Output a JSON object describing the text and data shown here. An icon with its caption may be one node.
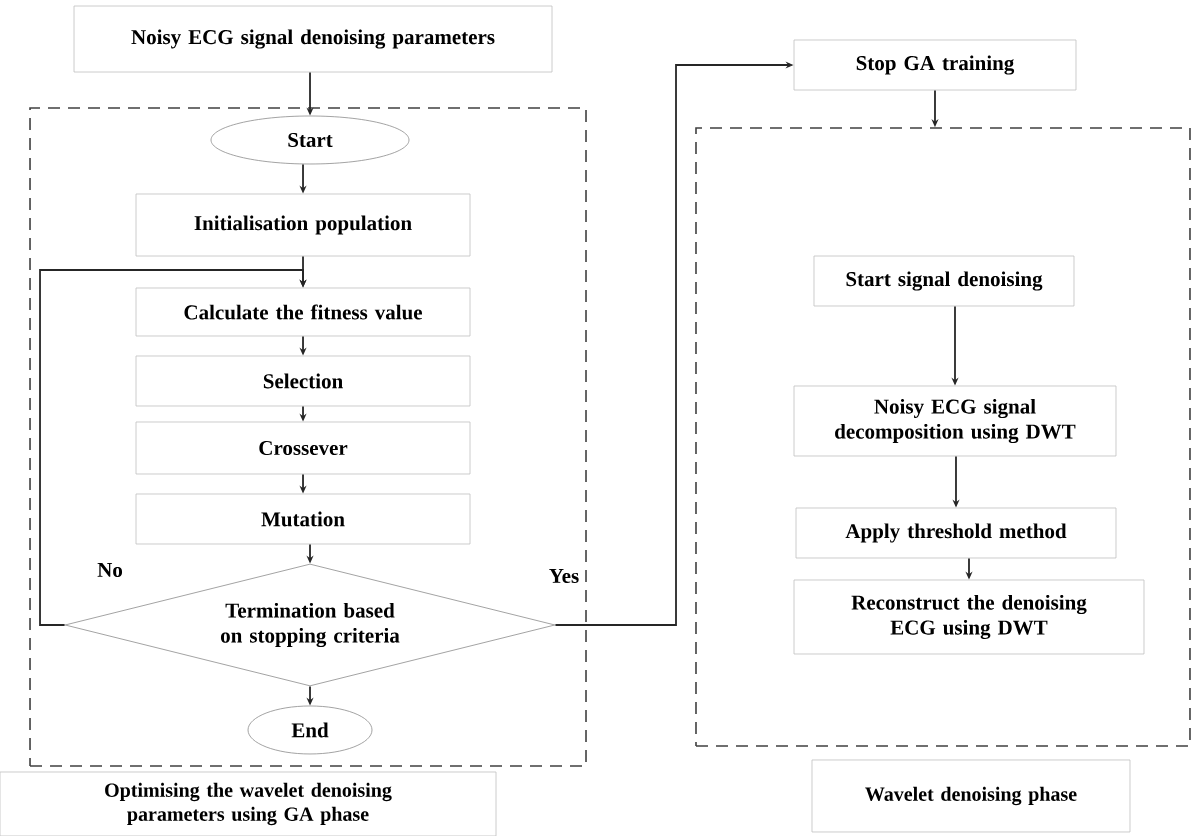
{
  "diagram": {
    "nodes": [
      {
        "text": [
          "Noisy ECG signal denoising parameters"
        ]
      },
      {
        "text": [],
        "shape": "box"
      },
      {
        "text": [
          "Start"
        ],
        "in": 1
      },
      {
        "text": [
          "Initialisation population"
        ],
        "in": 1
      },
      {
        "text": [
          "Calculate the fitness value"
        ],
        "in": 1
      },
      {
        "text": [
          "Selection"
        ],
        "in": 1
      },
      {
        "text": [
          "Crossever"
        ],
        "in": 1
      },
      {
        "text": [
          "Mutation"
        ],
        "in": 1
      },
      {
        "text": [
          "Termination based on stopping criteria"
        ],
        "in": 1
      },
      {
        "text": [
          "End"
        ],
        "in": 1
      },
      {
        "text": [
          "Optimising the wavelet denoising parameters using GA phase"
        ]
      },
      {
        "text": [
          "Stop GA training"
        ]
      },
      {
        "text": [],
        "shape": "box"
      },
      {
        "text": [
          "Start signal denoising"
        ],
        "in": 12
      },
      {
        "text": [
          "Noisy ECG signal decomposition using DWT"
        ],
        "in": 12
      },
      {
        "text": [
          "Apply threshold method"
        ],
        "in": 12
      },
      {
        "text": [
          "Reconstruct the denoising ECG using DWT"
        ],
        "in": 12
      },
      {
        "text": [
          "Wavelet denoising phase"
        ]
      }
    ],
    "edges": [
      {
        "from": 0,
        "to": 2,
        "arrow": "to"
      },
      {
        "from": 2,
        "to": 3,
        "arrow": "to"
      },
      {
        "from": 3,
        "to": 4,
        "arrow": "to"
      },
      {
        "from": 4,
        "to": 5,
        "arrow": "to"
      },
      {
        "from": 5,
        "to": 6,
        "arrow": "to"
      },
      {
        "from": 6,
        "to": 7,
        "arrow": "to"
      },
      {
        "from": 7,
        "to": 8,
        "arrow": "to"
      },
      {
        "from": 8,
        "to": 9,
        "arrow": "to"
      },
      {
        "from": 8,
        "to": 4,
        "arrow": "to",
        "label": "No"
      },
      {
        "from": 8,
        "to": 11,
        "arrow": "to",
        "label": "Yes"
      },
      {
        "from": 11,
        "to": 12,
        "arrow": "to"
      },
      {
        "from": 13,
        "to": 14,
        "arrow": "to"
      },
      {
        "from": 14,
        "to": 15,
        "arrow": "to"
      },
      {
        "from": 15,
        "to": 16,
        "arrow": "to"
      }
    ]
  }
}
